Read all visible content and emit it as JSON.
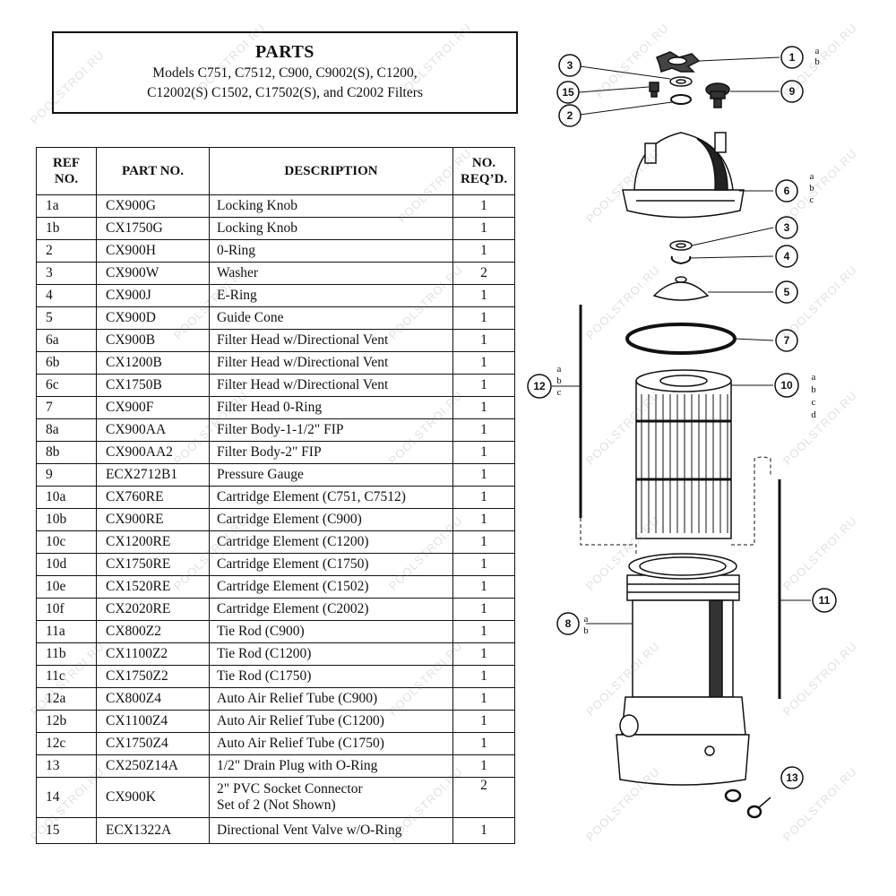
{
  "header": {
    "title": "PARTS",
    "subtitle_line1": "Models C751, C7512, C900, C9002(S), C1200,",
    "subtitle_line2": "C12002(S) C1502, C17502(S), and C2002 Filters"
  },
  "table": {
    "headers": {
      "ref": "REF\nNO.",
      "part": "PART NO.",
      "desc": "DESCRIPTION",
      "req": "NO.\nREQ’D."
    },
    "rows": [
      {
        "ref": "1a",
        "part": "CX900G",
        "desc": "Locking Knob",
        "qty": "1"
      },
      {
        "ref": "1b",
        "part": "CX1750G",
        "desc": "Locking Knob",
        "qty": "1"
      },
      {
        "ref": "2",
        "part": "CX900H",
        "desc": "0-Ring",
        "qty": "1"
      },
      {
        "ref": "3",
        "part": "CX900W",
        "desc": "Washer",
        "qty": "2"
      },
      {
        "ref": "4",
        "part": "CX900J",
        "desc": "E-Ring",
        "qty": "1"
      },
      {
        "ref": "5",
        "part": "CX900D",
        "desc": "Guide Cone",
        "qty": "1"
      },
      {
        "ref": "6a",
        "part": "CX900B",
        "desc": "Filter Head w/Directional Vent",
        "qty": "1"
      },
      {
        "ref": "6b",
        "part": "CX1200B",
        "desc": "Filter Head w/Directional Vent",
        "qty": "1"
      },
      {
        "ref": "6c",
        "part": "CX1750B",
        "desc": "Filter Head w/Directional Vent",
        "qty": "1"
      },
      {
        "ref": "7",
        "part": "CX900F",
        "desc": "Filter Head 0-Ring",
        "qty": "1"
      },
      {
        "ref": "8a",
        "part": "CX900AA",
        "desc": "Filter Body-1-1/2\" FIP",
        "qty": "1"
      },
      {
        "ref": "8b",
        "part": "CX900AA2",
        "desc": "Filter Body-2\" FIP",
        "qty": "1"
      },
      {
        "ref": "9",
        "part": "ECX2712B1",
        "desc": "Pressure Gauge",
        "qty": "1"
      },
      {
        "ref": "10a",
        "part": "CX760RE",
        "desc": "Cartridge Element (C751, C7512)",
        "qty": "1"
      },
      {
        "ref": "10b",
        "part": "CX900RE",
        "desc": "Cartridge Element (C900)",
        "qty": "1"
      },
      {
        "ref": "10c",
        "part": "CX1200RE",
        "desc": "Cartridge Element (C1200)",
        "qty": "1"
      },
      {
        "ref": "10d",
        "part": "CX1750RE",
        "desc": "Cartridge Element (C1750)",
        "qty": "1"
      },
      {
        "ref": "10e",
        "part": "CX1520RE",
        "desc": "Cartridge Element (C1502)",
        "qty": "1"
      },
      {
        "ref": "10f",
        "part": "CX2020RE",
        "desc": "Cartridge Element (C2002)",
        "qty": "1"
      },
      {
        "ref": "11a",
        "part": "CX800Z2",
        "desc": "Tie Rod (C900)",
        "qty": "1"
      },
      {
        "ref": "11b",
        "part": "CX1100Z2",
        "desc": "Tie Rod (C1200)",
        "qty": "1"
      },
      {
        "ref": "11c",
        "part": "CX1750Z2",
        "desc": "Tie Rod (C1750)",
        "qty": "1"
      },
      {
        "ref": "12a",
        "part": "CX800Z4",
        "desc": "Auto Air Relief Tube (C900)",
        "qty": "1"
      },
      {
        "ref": "12b",
        "part": "CX1100Z4",
        "desc": "Auto Air Relief Tube (C1200)",
        "qty": "1"
      },
      {
        "ref": "12c",
        "part": "CX1750Z4",
        "desc": "Auto Air Relief Tube (C1750)",
        "qty": "1"
      },
      {
        "ref": "13",
        "part": "CX250Z14A",
        "desc": "1/2\" Drain Plug with O-Ring",
        "qty": "1"
      }
    ],
    "row14": {
      "ref": "14",
      "part": "CX900K",
      "desc_line1": "2\" PVC Socket Connector",
      "desc_line2": "Set of 2 (Not Shown)",
      "qty": "2"
    },
    "row15": {
      "ref": "15",
      "part": "ECX1322A",
      "desc": "Directional Vent Valve w/O-Ring",
      "qty": "1"
    }
  },
  "diagram": {
    "callouts": {
      "c1": "1",
      "c1_sub": "a\nb",
      "c3a": "3",
      "c15": "15",
      "c9": "9",
      "c2": "2",
      "c6": "6",
      "c6_sub": "a\nb\nc",
      "c3b": "3",
      "c4": "4",
      "c5": "5",
      "c7": "7",
      "c12": "12",
      "c12_sub": "a\nb\nc",
      "c10": "10",
      "c10_sub": "a\nb\nc\nd",
      "c11": "11",
      "c8": "8",
      "c8_sub": "a\nb",
      "c13": "13"
    }
  },
  "watermark": "POOLSTROI.RU"
}
